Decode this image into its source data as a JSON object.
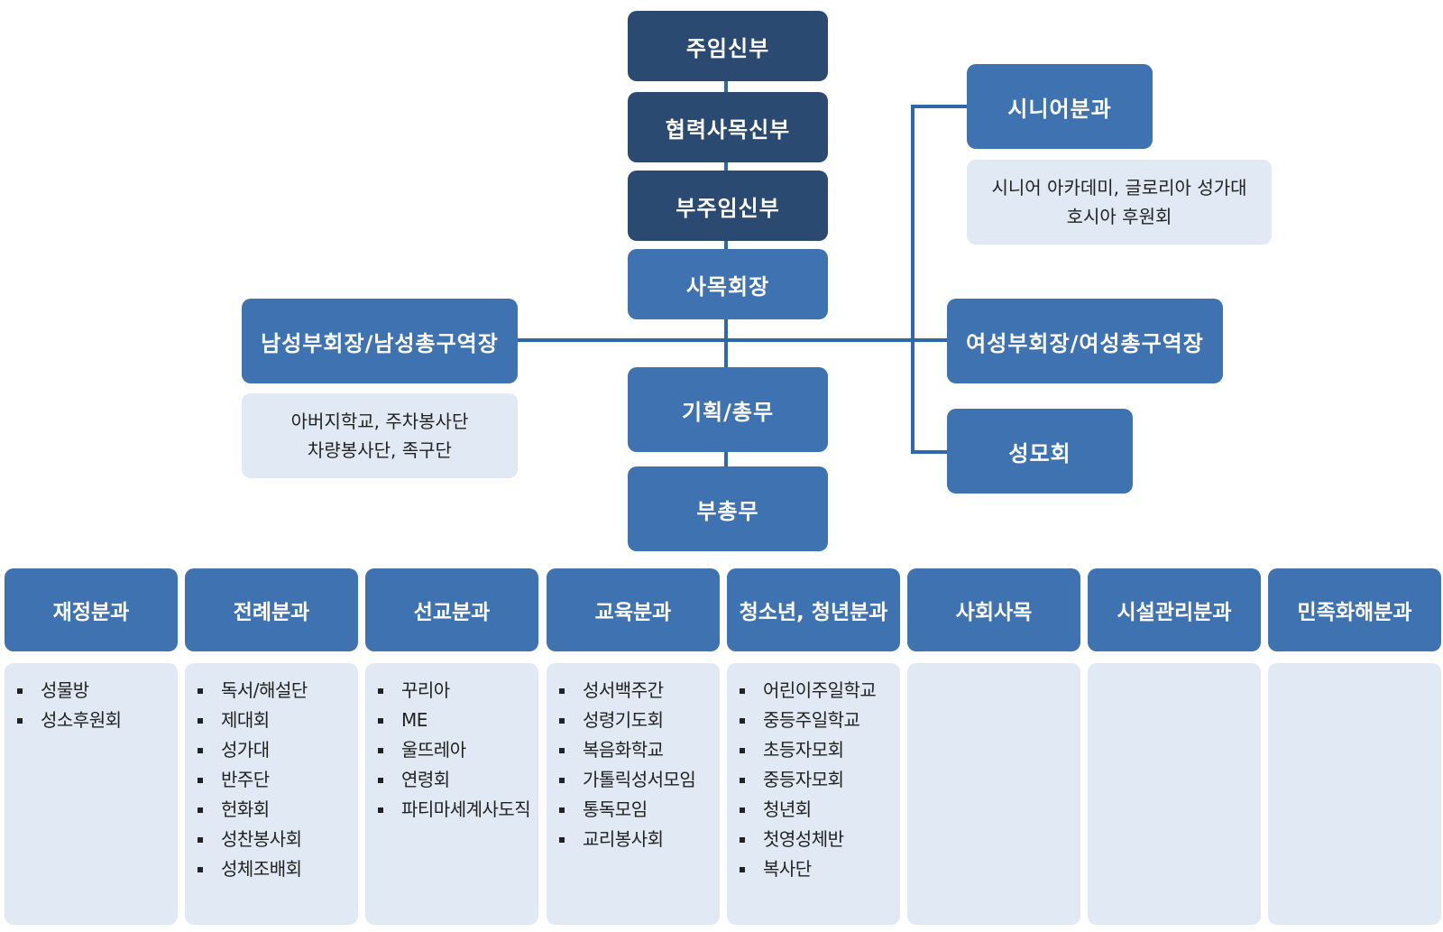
{
  "hierarchy": {
    "pastor": "주임신부",
    "cooperating_priest": "협력사목신부",
    "assistant_pastor": "부주임신부",
    "council_president": "사목회장",
    "planning": "기획/총무",
    "vice_secretary": "부총무"
  },
  "left_branch": {
    "title": "남성부회장/남성총구역장",
    "note_lines": [
      "아버지학교, 주차봉사단",
      "차량봉사단, 족구단"
    ]
  },
  "right_branch": {
    "senior": {
      "title": "시니어분과",
      "note_lines": [
        "시니어 아카데미, 글로리아 성가대",
        "호시아 후원회"
      ]
    },
    "women_title": "여성부회장/여성총구역장",
    "legion_title": "성모회"
  },
  "departments": [
    {
      "name": "재정분과",
      "items": [
        "성물방",
        "성소후원회"
      ]
    },
    {
      "name": "전례분과",
      "items": [
        "독서/해설단",
        "제대회",
        "성가대",
        "반주단",
        "헌화회",
        "성찬봉사회",
        "성체조배회"
      ]
    },
    {
      "name": "선교분과",
      "items": [
        "꾸리아",
        "ME",
        "울뜨레아",
        "연령회",
        "파티마세계사도직"
      ]
    },
    {
      "name": "교육분과",
      "items": [
        "성서백주간",
        "성령기도회",
        "복음화학교",
        "가톨릭성서모임",
        "통독모임",
        "교리봉사회"
      ]
    },
    {
      "name": "청소년, 청년분과",
      "items": [
        "어린이주일학교",
        "중등주일학교",
        "초등자모회",
        "중등자모회",
        "청년회",
        "첫영성체반",
        "복사단"
      ]
    },
    {
      "name": "사회사목",
      "items": []
    },
    {
      "name": "시설관리분과",
      "items": []
    },
    {
      "name": "민족화해분과",
      "items": []
    }
  ],
  "colors": {
    "dark_box": "#2b4a72",
    "mid_box": "#3f72b0",
    "note_box": "#e1e9f4",
    "connector": "#2f67ab"
  }
}
